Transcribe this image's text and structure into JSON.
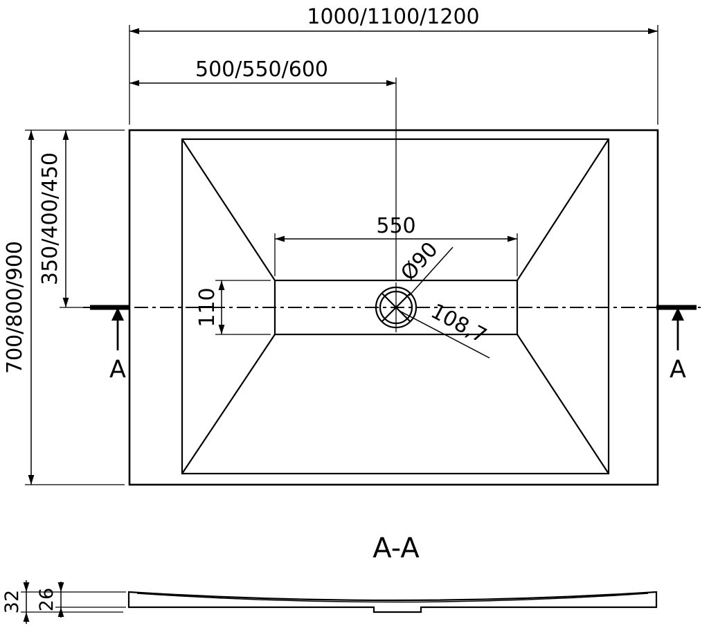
{
  "top_view": {
    "overall_width": "1000/1100/1200",
    "half_width": "500/550/600",
    "overall_height": "700/800/900",
    "half_height": "350/400/450",
    "recess_width": "550",
    "recess_height": "110",
    "drain_diameter": "Ø90",
    "drain_diagonal": "108,7",
    "section_marker_left": "A",
    "section_marker_right": "A"
  },
  "section_view": {
    "title": "A-A",
    "total_height": "32",
    "base_height": "26"
  },
  "colors": {
    "line": "#000000",
    "background": "#ffffff"
  }
}
